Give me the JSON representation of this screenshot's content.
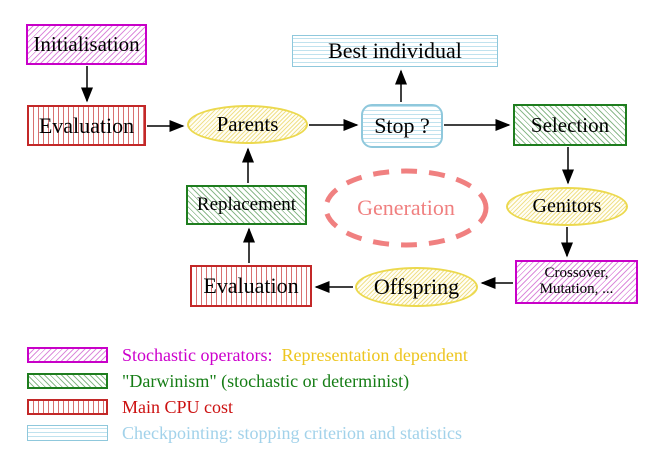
{
  "diagram": {
    "nodes": {
      "initialisation": {
        "label": "Initialisation"
      },
      "evaluation_top": {
        "label": "Evaluation"
      },
      "parents": {
        "label": "Parents"
      },
      "best_individual": {
        "label": "Best individual"
      },
      "stop": {
        "label": "Stop ?"
      },
      "selection": {
        "label": "Selection"
      },
      "genitors": {
        "label": "Genitors"
      },
      "crossover_mutation": {
        "line1": "Crossover,",
        "line2": "Mutation, ..."
      },
      "offspring": {
        "label": "Offspring"
      },
      "evaluation_bottom": {
        "label": "Evaluation"
      },
      "replacement": {
        "label": "Replacement"
      },
      "generation": {
        "label": "Generation"
      }
    },
    "arrows": [
      "initialisation-to-evaluation",
      "evaluation-to-parents",
      "parents-to-stop",
      "stop-to-best-individual",
      "stop-to-selection",
      "selection-to-genitors",
      "genitors-to-crossover",
      "crossover-to-offspring",
      "offspring-to-evaluation",
      "evaluation-to-replacement",
      "replacement-to-parents"
    ]
  },
  "legend": {
    "rows": [
      {
        "swatch": "magenta-diagonal-hatch",
        "parts": [
          {
            "text": "Stochastic operators:",
            "color": "#cc00cc"
          },
          {
            "text": "Representation dependent",
            "color": "#edc51e"
          }
        ]
      },
      {
        "swatch": "green-diagonal-hatch",
        "parts": [
          {
            "text": "\"Darwinism\" (stochastic or determinist)",
            "color": "#157d15"
          }
        ]
      },
      {
        "swatch": "red-vertical-stripes",
        "parts": [
          {
            "text": "Main CPU cost",
            "color": "#cc1111"
          }
        ]
      },
      {
        "swatch": "cyan-horizontal-stripes",
        "parts": [
          {
            "text": "Checkpointing: stopping criterion and statistics",
            "color": "#a2d2ea"
          }
        ]
      }
    ]
  },
  "palette": {
    "stochastic_magenta": "#c800c8",
    "darwinism_green": "#1e7d1e",
    "cpu_red": "#c32828",
    "checkpoint_cyan": "#8fc8dc",
    "population_yellow": "#ecd94e",
    "generation_salmon": "#f08080",
    "arrow_black": "#000000"
  }
}
